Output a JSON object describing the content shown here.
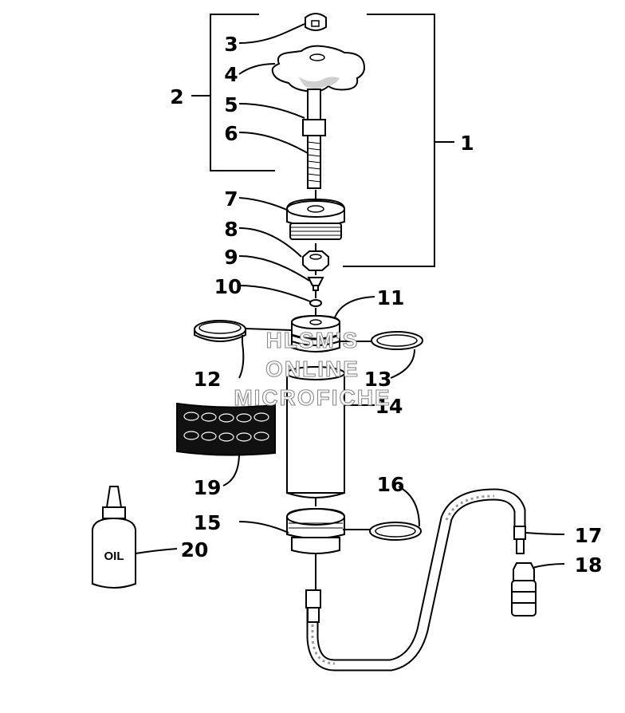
{
  "callouts": {
    "c1": "1",
    "c2": "2",
    "c3": "3",
    "c4": "4",
    "c5": "5",
    "c6": "6",
    "c7": "7",
    "c8": "8",
    "c9": "9",
    "c10": "10",
    "c11": "11",
    "c12": "12",
    "c13": "13",
    "c14": "14",
    "c15": "15",
    "c16": "16",
    "c17": "17",
    "c18": "18",
    "c19": "19",
    "c20": "20"
  },
  "bottle_label": "OIL",
  "watermark": [
    "HLSM'S",
    "ONLINE",
    "MICROFICHE"
  ]
}
